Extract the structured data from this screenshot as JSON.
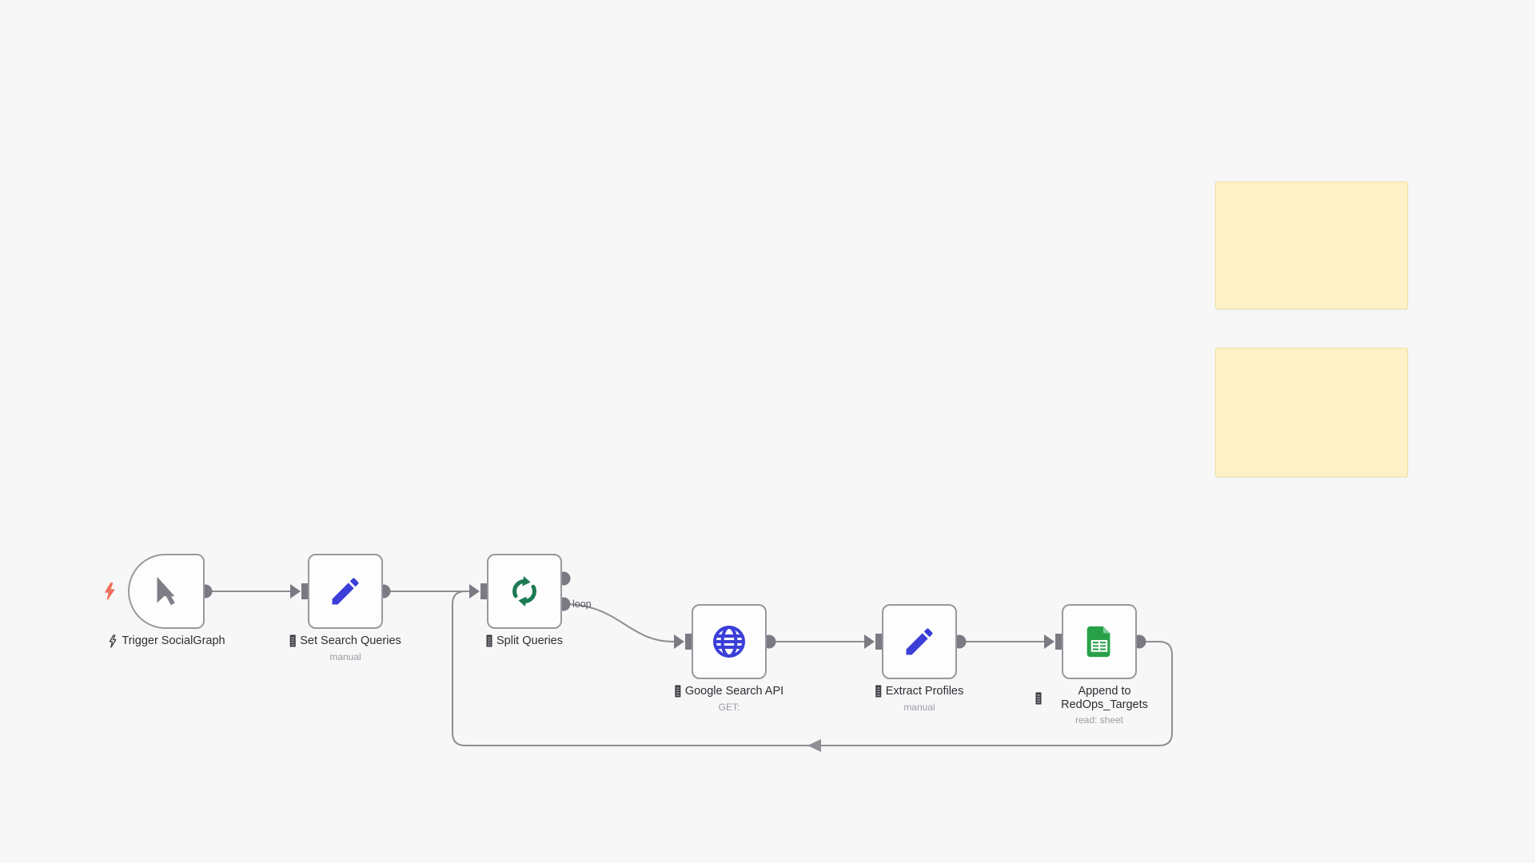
{
  "app": {
    "view": "workflow-canvas"
  },
  "canvas": {
    "background": "#f7f7f8",
    "wire_color": "#8e8e94",
    "endpoint_color": "#7a7a82",
    "node_border_color": "#98989e",
    "node_fill_color": "#fdfdfe",
    "trigger_accent_color": "#f0705e"
  },
  "nodes": [
    {
      "id": "trigger-socialgraph",
      "label": "Trigger SocialGraph",
      "subtitle": "",
      "label_icon": "lightning-icon",
      "node_icon": "cursor-icon",
      "icon_color": "#7e7e86",
      "shape": "trigger"
    },
    {
      "id": "set-search-queries",
      "label": "Set Search Queries",
      "subtitle": "manual",
      "label_icon": "missing-glyph-icon",
      "node_icon": "pencil-icon",
      "icon_color": "#3b3fd8",
      "shape": "square"
    },
    {
      "id": "split-queries",
      "label": "Split Queries",
      "subtitle": "",
      "label_icon": "missing-glyph-icon",
      "node_icon": "loop-icon",
      "icon_color": "#1b7a52",
      "shape": "square",
      "output_label": "loop"
    },
    {
      "id": "google-search-api",
      "label": "Google Search API",
      "subtitle": "GET:",
      "label_icon": "missing-glyph-icon",
      "node_icon": "globe-icon",
      "icon_color": "#3b3fd8",
      "shape": "square"
    },
    {
      "id": "extract-profiles",
      "label": "Extract Profiles",
      "subtitle": "manual",
      "label_icon": "missing-glyph-icon",
      "node_icon": "pencil-icon",
      "icon_color": "#3b3fd8",
      "shape": "square"
    },
    {
      "id": "append-to-redops-targets",
      "label": "Append to RedOps_Targets",
      "subtitle": "read: sheet",
      "label_icon": "missing-glyph-icon",
      "node_icon": "sheets-icon",
      "icon_color": "#28a149",
      "shape": "square"
    }
  ],
  "sticky_notes": [
    {
      "id": "sticky-note-1",
      "text": "",
      "fill": "#fdf1c8",
      "border": "#f0e19e"
    },
    {
      "id": "sticky-note-2",
      "text": "",
      "fill": "#fdf1c8",
      "border": "#f0e19e"
    }
  ]
}
